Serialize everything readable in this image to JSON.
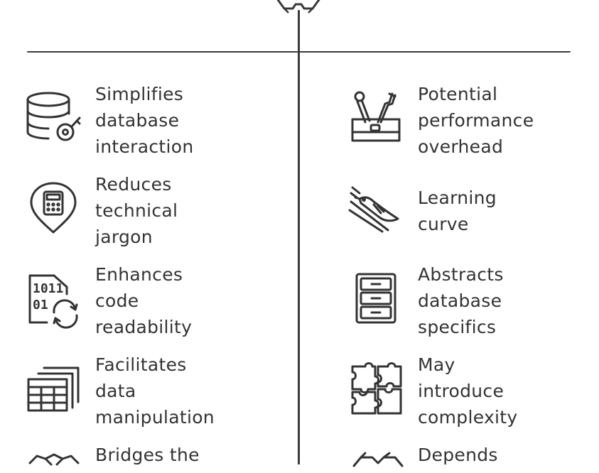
{
  "pros": [
    {
      "label": "Simplifies\ndatabase\ninteraction",
      "icon": "database-key-icon"
    },
    {
      "label": "Reduces\ntechnical\njargon",
      "icon": "calculator-pin-icon"
    },
    {
      "label": "Enhances\ncode\nreadability",
      "icon": "binary-code-file-icon"
    },
    {
      "label": "Facilitates\ndata\nmanipulation",
      "icon": "stacked-tables-icon"
    },
    {
      "label": "Bridges the",
      "icon": "handshake-icon"
    }
  ],
  "cons": [
    {
      "label": "Potential\nperformance\noverhead",
      "icon": "toolbox-icon"
    },
    {
      "label": "Learning\ncurve",
      "icon": "sliding-bird-icon"
    },
    {
      "label": "Abstracts\ndatabase\nspecifics",
      "icon": "filing-cabinet-icon"
    },
    {
      "label": "May\nintroduce\ncomplexity",
      "icon": "puzzle-icon"
    },
    {
      "label": "Depends",
      "icon": "boxes-icon"
    }
  ],
  "colors": {
    "ink": "#333333",
    "line": "#3a3a3a"
  }
}
